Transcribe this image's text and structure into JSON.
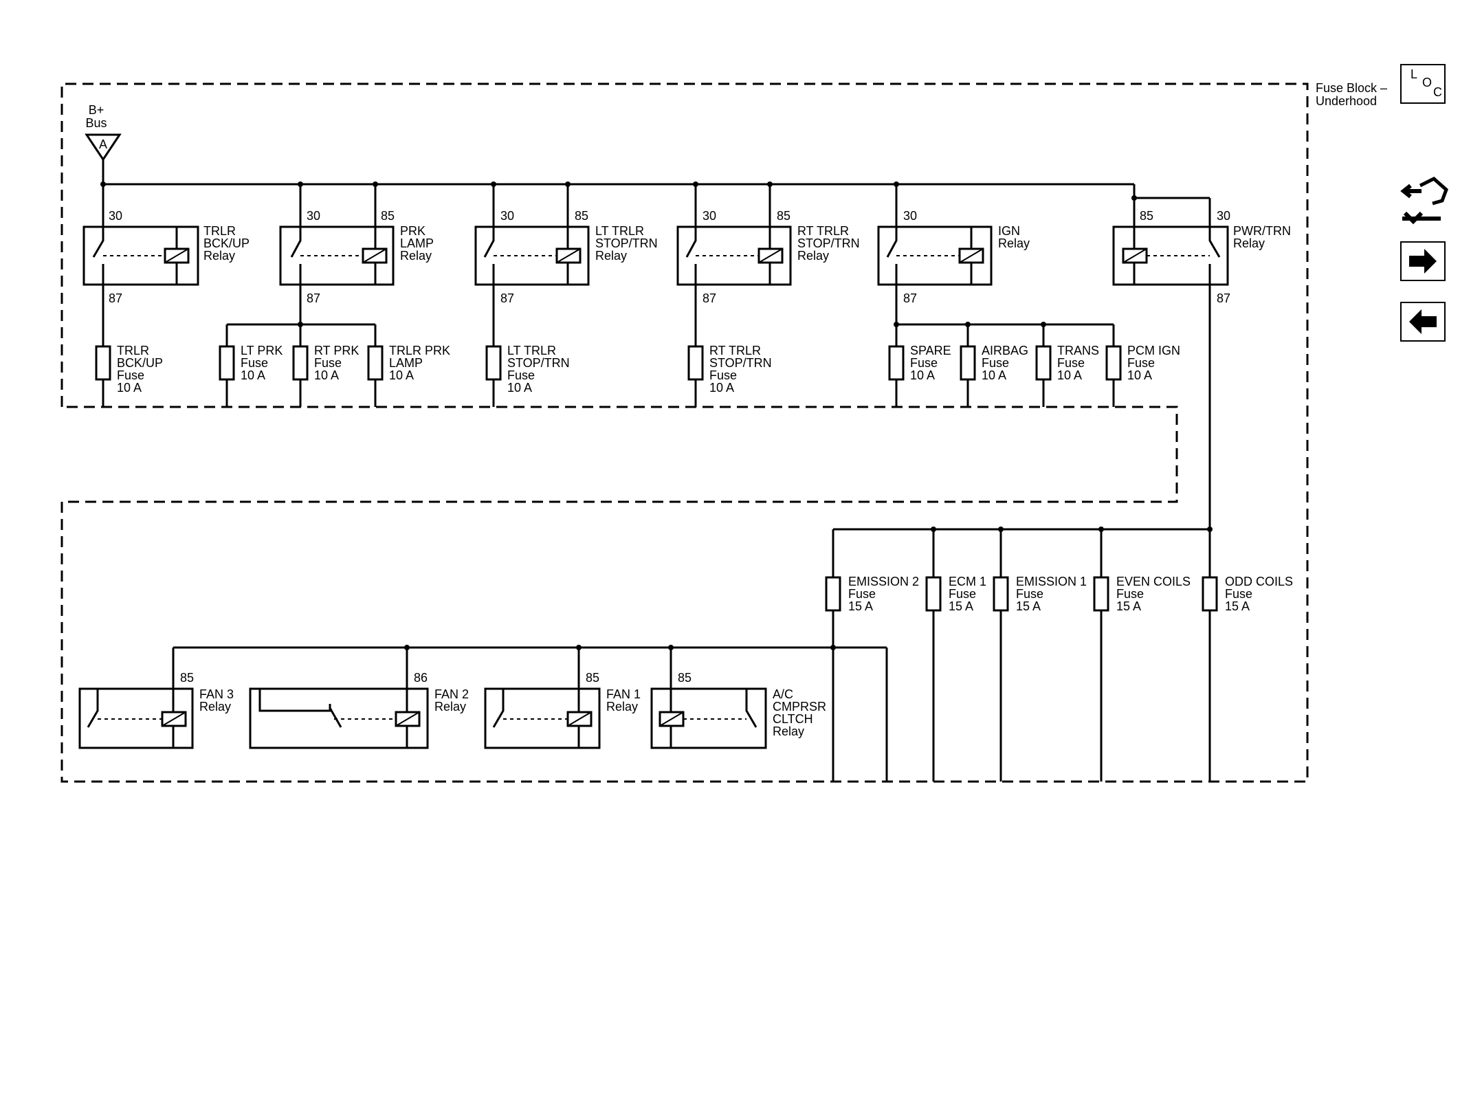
{
  "fuse_block_label": [
    "Fuse Block –",
    "Underhood"
  ],
  "bus": {
    "label": [
      "B+",
      "Bus"
    ],
    "connector": "A"
  },
  "loc_button": {
    "letters": [
      "L",
      "O",
      "C"
    ]
  },
  "nav_icons": [
    "component-view-icon",
    "arrow-right-icon",
    "arrow-left-icon"
  ],
  "top_relays": [
    {
      "name": [
        "TRLR",
        "BCK/UP",
        "Relay"
      ],
      "pins": [
        "30",
        "87"
      ]
    },
    {
      "name": [
        "PRK",
        "LAMP",
        "Relay"
      ],
      "pins": [
        "30",
        "85",
        "87"
      ]
    },
    {
      "name": [
        "LT TRLR",
        "STOP/TRN",
        "Relay"
      ],
      "pins": [
        "30",
        "85",
        "87"
      ]
    },
    {
      "name": [
        "RT TRLR",
        "STOP/TRN",
        "Relay"
      ],
      "pins": [
        "30",
        "85",
        "87"
      ]
    },
    {
      "name": [
        "IGN",
        "Relay"
      ],
      "pins": [
        "30",
        "87"
      ]
    },
    {
      "name": [
        "PWR/TRN",
        "Relay"
      ],
      "pins": [
        "85",
        "30",
        "87"
      ]
    }
  ],
  "top_fuses": [
    {
      "name": [
        "TRLR",
        "BCK/UP",
        "Fuse",
        "10 A"
      ]
    },
    {
      "name": [
        "LT PRK",
        "Fuse",
        "10 A"
      ]
    },
    {
      "name": [
        "RT PRK",
        "Fuse",
        "10 A"
      ]
    },
    {
      "name": [
        "TRLR PRK",
        "LAMP",
        "10 A"
      ]
    },
    {
      "name": [
        "LT TRLR",
        "STOP/TRN",
        "Fuse",
        "10 A"
      ]
    },
    {
      "name": [
        "RT TRLR",
        "STOP/TRN",
        "Fuse",
        "10 A"
      ]
    },
    {
      "name": [
        "SPARE",
        "Fuse",
        "10 A"
      ]
    },
    {
      "name": [
        "AIRBAG",
        "Fuse",
        "10 A"
      ]
    },
    {
      "name": [
        "TRANS",
        "Fuse",
        "10 A"
      ]
    },
    {
      "name": [
        "PCM IGN",
        "Fuse",
        "10 A"
      ]
    }
  ],
  "bottom_fuses": [
    {
      "name": [
        "EMISSION 2",
        "Fuse",
        "15 A"
      ]
    },
    {
      "name": [
        "ECM 1",
        "Fuse",
        "15 A"
      ]
    },
    {
      "name": [
        "EMISSION 1",
        "Fuse",
        "15 A"
      ]
    },
    {
      "name": [
        "EVEN COILS",
        "Fuse",
        "15 A"
      ]
    },
    {
      "name": [
        "ODD COILS",
        "Fuse",
        "15 A"
      ]
    }
  ],
  "bottom_relays": [
    {
      "name": [
        "FAN 3",
        "Relay"
      ],
      "pin": "85"
    },
    {
      "name": [
        "FAN 2",
        "Relay"
      ],
      "pin": "86"
    },
    {
      "name": [
        "FAN 1",
        "Relay"
      ],
      "pin": "85"
    },
    {
      "name": [
        "A/C",
        "CMPRSR",
        "CLTCH",
        "Relay"
      ],
      "pin": "85"
    }
  ]
}
